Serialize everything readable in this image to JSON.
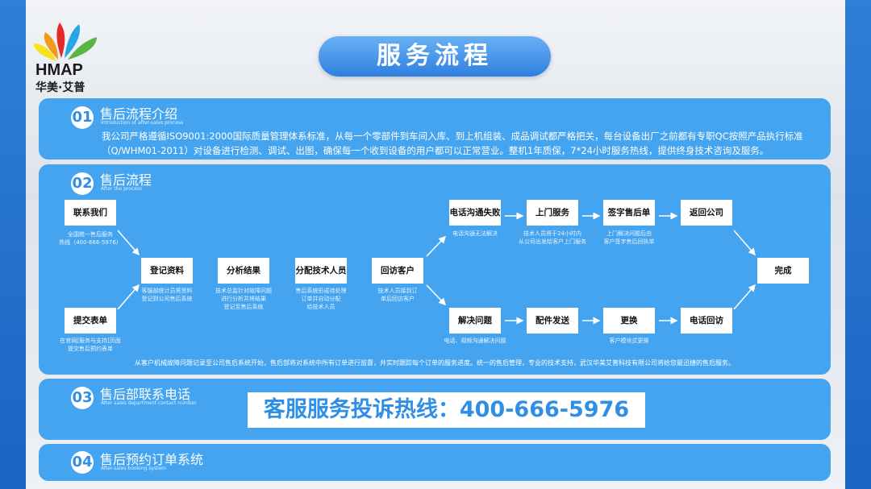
{
  "logo": {
    "brand": "HMAP",
    "cn": "华美·艾普"
  },
  "title": "服务流程",
  "s1": {
    "num": "01",
    "title": "售后流程介绍",
    "sub": "Introduction of after-sales process",
    "text": "我公司严格遵循ISO9001:2000国际质量管理体系标准，从每一个零部件到车间入库、到上机组装、成品调试都严格把关，每台设备出厂之前都有专职QC按照产品执行标准（Q/WHM01-2011）对设备进行检测、调试、出图，确保每一个收到设备的用户都可以正常营业。整机1年质保，7*24小时服务热线，提供终身技术咨询及服务。"
  },
  "s2": {
    "num": "02",
    "title": "售后流程",
    "sub": "After the process",
    "boxes": {
      "contact": "联系我们",
      "submit": "提交表单",
      "register": "登记资料",
      "analyze": "分析结果",
      "assign": "分配技术人员",
      "callback": "回访客户",
      "fail": "电话沟通失败",
      "visit": "上门服务",
      "sign": "签字售后单",
      "back": "返回公司",
      "done": "完成",
      "solve": "解决问题",
      "parts": "配件发送",
      "replace": "更换",
      "phone": "电话回访"
    },
    "notes": {
      "contact": "全国统一售后服务\n热线（400-666-5976）",
      "submit": "在官网[服务与支持]页面\n提交售后预约表单",
      "register": "客服部统计员将资料\n登记到公司售后系统",
      "analyze": "技术总监针对故障问题\n进行分析并将结果\n登记至售后系统",
      "assign": "售后系统形成待处理\n订单并自动分配\n给技术人员",
      "callback": "技术人员接到订\n单后回访客户",
      "fail": "电话沟通无法解决",
      "visit": "技术人员将于24小时内\n从公司出发给客户上门服务",
      "sign": "上门解决问题后由\n客户签字售后回执单",
      "solve": "电话、视频沟通解决问题",
      "replace": "客户模块式更换"
    },
    "footer": "从客户机械故障问题记录至公司售后系统开始，售后部将对系统中所有订单进行监督，并实时跟踪每个订单的服务进度。统一的售后管理，专业的技术支持，武汉华美艾普科技有限公司将给您最迅捷的售后服务。"
  },
  "s3": {
    "num": "03",
    "title": "售后部联系电话",
    "sub": "After sales department contact number",
    "hotline": "客服服务投诉热线：400-666-5976"
  },
  "s4": {
    "num": "04",
    "title": "售后预约订单系统",
    "sub": "After-sales booking system"
  }
}
